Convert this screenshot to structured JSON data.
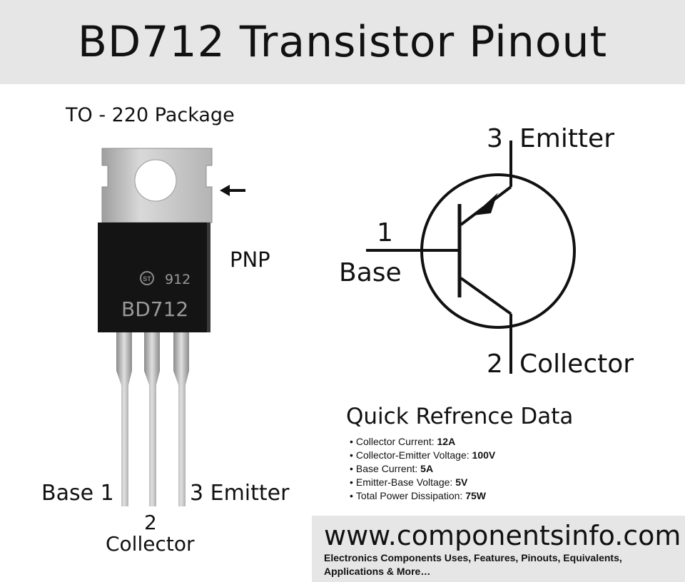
{
  "title": "BD712 Transistor Pinout",
  "package": {
    "label": "TO - 220 Package",
    "type_label": "PNP",
    "marking_code": "912",
    "part_marking": "BD712"
  },
  "pin_legend": {
    "left": "Base 1",
    "right": "3 Emitter",
    "center_number": "2",
    "center_name": "Collector"
  },
  "symbol": {
    "pin3_number": "3",
    "pin3_name": "Emitter",
    "pin1_number": "1",
    "pin1_name": "Base",
    "pin2_number": "2",
    "pin2_name": "Collector"
  },
  "quick_reference": {
    "title": "Quick Refrence Data",
    "items": [
      {
        "label": "Collector Current: ",
        "value": "12A"
      },
      {
        "label": "Collector-Emitter Voltage: ",
        "value": "100V"
      },
      {
        "label": "Base Current: ",
        "value": "5A"
      },
      {
        "label": "Emitter-Base Voltage: ",
        "value": "5V"
      },
      {
        "label": "Total Power Dissipation: ",
        "value": "75W"
      }
    ]
  },
  "footer": {
    "url": "www.componentsinfo.com",
    "tagline": "Electronics Components Uses, Features, Pinouts, Equivalents, Applications & More…"
  },
  "colors": {
    "header_bg": "#e6e6e6",
    "tab_metal": "#c4c4c4",
    "body_black": "#111111",
    "text": "#111111"
  }
}
